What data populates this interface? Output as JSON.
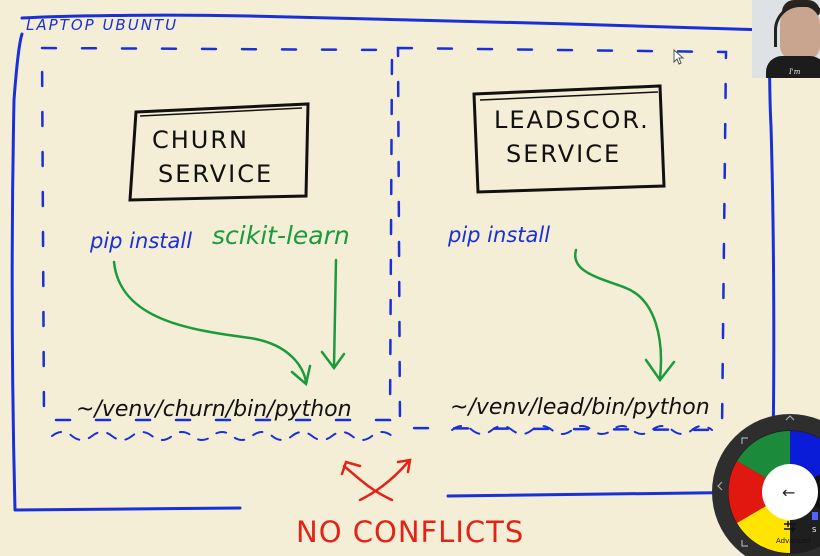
{
  "whiteboard": {
    "outer_label": "LAPTOP UBUNTU",
    "left_env": {
      "service": [
        "CHURN",
        "SERVICE"
      ],
      "pip_text": "pip install",
      "package_text": "scikit-learn",
      "path_text": "~/venv/churn/bin/python"
    },
    "right_env": {
      "service": [
        "LEADSCOR.",
        "SERVICE"
      ],
      "pip_text": "pip install",
      "path_text": "~/venv/lead/bin/python"
    },
    "footer_text": "NO CONFLICTS"
  },
  "webcam": {
    "caption": "I'm"
  },
  "pen_wheel": {
    "back_label": "←",
    "advanced_label": "Advanced",
    "partial_label": "S",
    "colors": [
      "#1b8a3a",
      "#0a1cd8",
      "#e0180f",
      "#ffe400",
      "#101010"
    ]
  },
  "colors": {
    "paper": "#f4eed6",
    "ink_black": "#111111",
    "ink_blue": "#1a2fd6",
    "ink_green": "#1b9a3e",
    "ink_red": "#e22418"
  }
}
